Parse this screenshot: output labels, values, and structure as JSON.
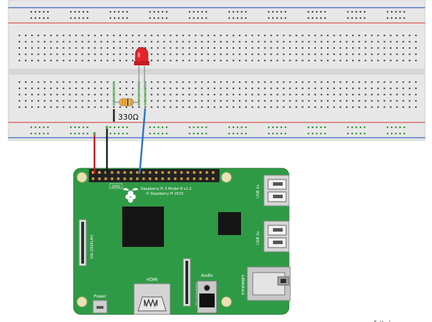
{
  "diagram": {
    "breadboard": {
      "body_color": "#e7e7e7",
      "rail_red_color": "#d9534f",
      "rail_blue_color": "#3b5fc4",
      "hole_color": "#4a4a4a",
      "rail_hole_color": "#2f8f2f"
    },
    "resistor": {
      "label": "330Ω"
    },
    "led": {
      "color": "#e0242a"
    },
    "wires": {
      "red_color": "#c21e1e",
      "black_color": "#1c1c1c",
      "blue_color": "#2a74c9",
      "green_color": "#5cae5c"
    },
    "pi": {
      "board_color": "#2f9a45",
      "silk_title": "Raspberry Pi 3 Model B v1.2",
      "silk_copyright": "© Raspberry Pi 2015",
      "gpio_label": "GPIO",
      "power_label": "Power",
      "hdmi_label": "HDMI",
      "audio_label": "Audio",
      "usb_label_top": "USB 2x",
      "usb_label_bottom": "USB 2x",
      "ethernet_label": "ETHERNET",
      "dsi_label": "DSI (DISPLAY)",
      "csi_label": "CSI (CAMERA)"
    }
  },
  "watermark": "fritzing"
}
